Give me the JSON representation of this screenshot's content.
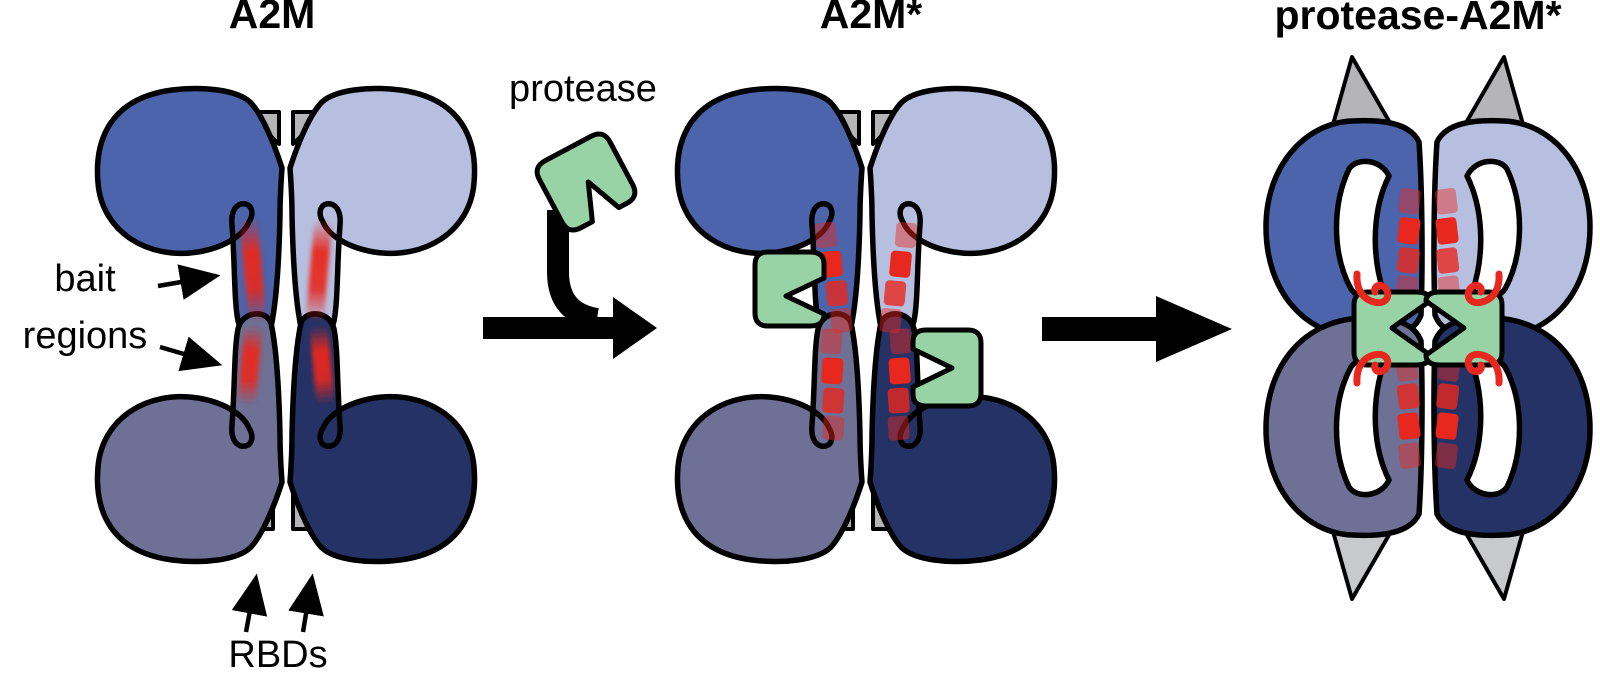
{
  "panels": {
    "native": {
      "title": "A2M",
      "bait_label": [
        "bait",
        "regions"
      ],
      "rbd_label": "RBDs"
    },
    "activated": {
      "title": "A2M*",
      "protease_label": "protease"
    },
    "complex": {
      "title": "protease-A2M*"
    }
  },
  "icons": {
    "protease_icon": "green-notched-square",
    "trapped_protease_icon": "green-double-square-with-diamond",
    "rbd_icon": "gray-triangle",
    "bait_region_icon": "red-streak",
    "cleaved_bait_icon": "red-dashed-streak",
    "cleaved_bait_curl_icon": "red-spiral-hook",
    "reaction_arrow_icon": "black-right-arrow",
    "merge_arrow_icon": "black-bent-merge-arrow",
    "pointer_arrow_icon": "thin-black-arrow"
  },
  "colors": {
    "lobe_blue": "#4b64ab",
    "lobe_lavender": "#b6bfe0",
    "lobe_slate": "#6e7095",
    "lobe_navy": "#253266",
    "rbd_gray": "#b5b5b7",
    "rbd_gray_light": "#c7c9cb",
    "protease_green": "#97d3a5",
    "bait_red": "#e8271e",
    "outline": "#000000",
    "arrow_black": "#000000",
    "text": "#000000",
    "background": "#ffffff"
  }
}
